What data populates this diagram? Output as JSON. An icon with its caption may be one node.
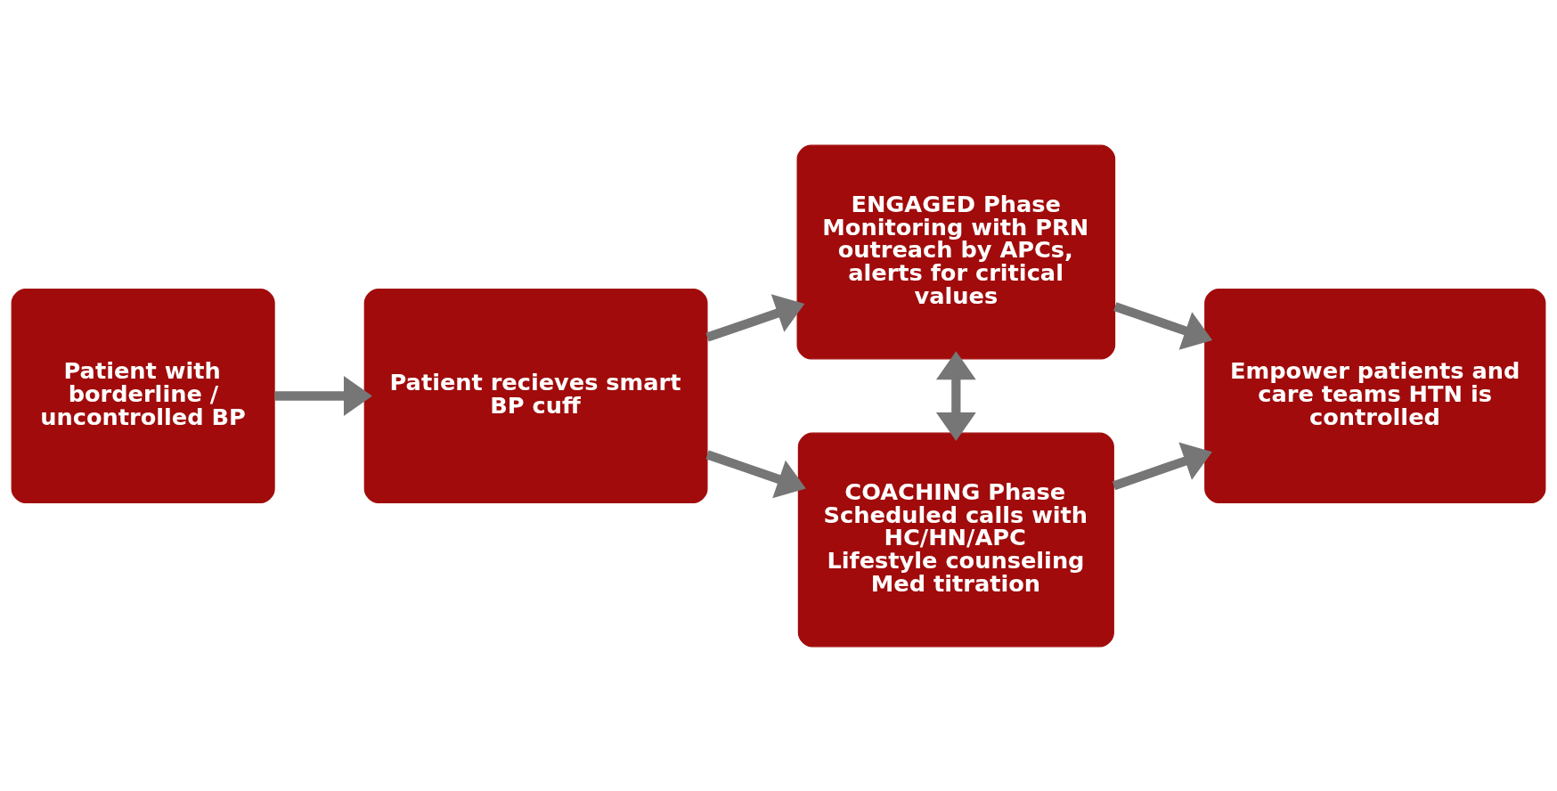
{
  "diagram": {
    "nodes": [
      {
        "text": [
          "Patient with borderline / uncontrolled BP"
        ]
      },
      {
        "text": [
          "Patient recieves smart BP cuff"
        ]
      },
      {
        "text": [
          "ENGAGED Phase",
          "Monitoring with PRN outreach by APCs, alerts for critical values"
        ]
      },
      {
        "text": [
          "COACHING Phase",
          "Scheduled calls with HC/HN/APC",
          "Lifestyle counseling",
          "Med titration"
        ]
      },
      {
        "text": [
          "Empower patients and care teams HTN is controlled"
        ]
      }
    ],
    "edges": [
      {
        "from": 0,
        "to": 1,
        "arrow": "to"
      },
      {
        "from": 1,
        "to": 2,
        "arrow": "to"
      },
      {
        "from": 1,
        "to": 3,
        "arrow": "to"
      },
      {
        "from": 2,
        "to": 3,
        "arrow": "both"
      },
      {
        "from": 2,
        "to": 4,
        "arrow": "to"
      },
      {
        "from": 3,
        "to": 4,
        "arrow": "to"
      }
    ]
  }
}
